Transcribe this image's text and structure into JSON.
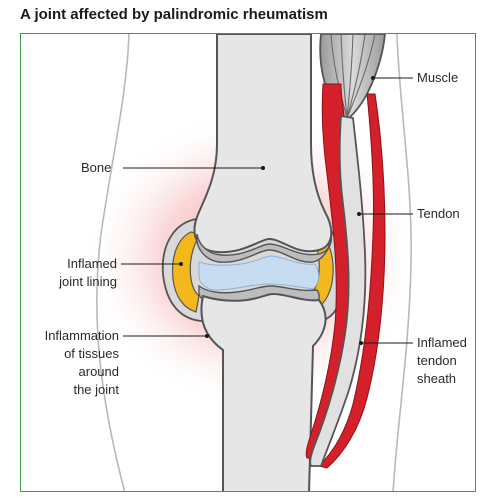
{
  "title": "A joint affected by palindromic rheumatism",
  "labels": {
    "muscle": "Muscle",
    "bone": "Bone",
    "tendon": "Tendon",
    "inflamed_joint_lining": "Inflamed\njoint lining",
    "inflammation_tissues": "Inflammation\nof tissues\naround\nthe joint",
    "inflamed_tendon_sheath": "Inflamed\ntendon\nsheath"
  },
  "colors": {
    "frame": "#3c9a4a",
    "bone_fill": "#e6e6e6",
    "bone_outline": "#555555",
    "cartilage": "#c8c8c8",
    "joint_fluid": "#c7dcf0",
    "inflamed_lining": "#f3b81c",
    "inflammation_glow": "#f2a0a0",
    "tendon_sheath": "#d4202a",
    "skin_line": "#b5b5b5"
  }
}
